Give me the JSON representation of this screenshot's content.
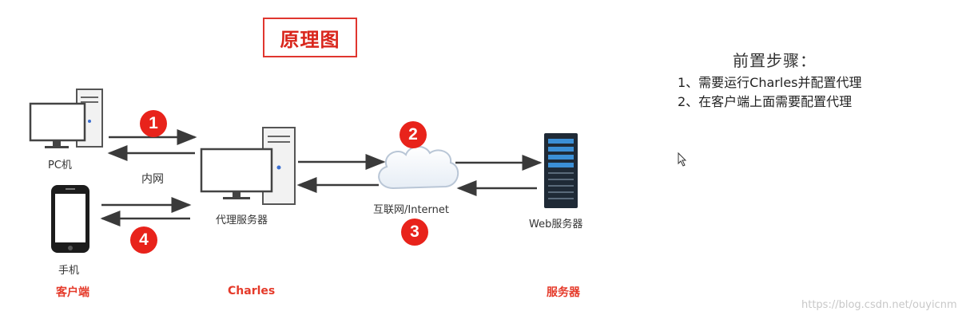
{
  "title": "原理图",
  "devices": {
    "pc": "PC机",
    "intranet": "内网",
    "phone": "手机",
    "proxy": "代理服务器",
    "internet": "互联网/Internet",
    "web_server": "Web服务器"
  },
  "groups": {
    "client": "客户端",
    "charles": "Charles",
    "server": "服务器"
  },
  "steps_badges": [
    "1",
    "2",
    "3",
    "4"
  ],
  "prerequisites": {
    "title": "前置步骤：",
    "items": [
      "1、需要运行Charles并配置代理",
      "2、在客户端上面需要配置代理"
    ]
  },
  "watermark": "https://blog.csdn.net/ouyicnm",
  "colors": {
    "accent": "#e8231b",
    "label_red": "#e53a2a"
  }
}
